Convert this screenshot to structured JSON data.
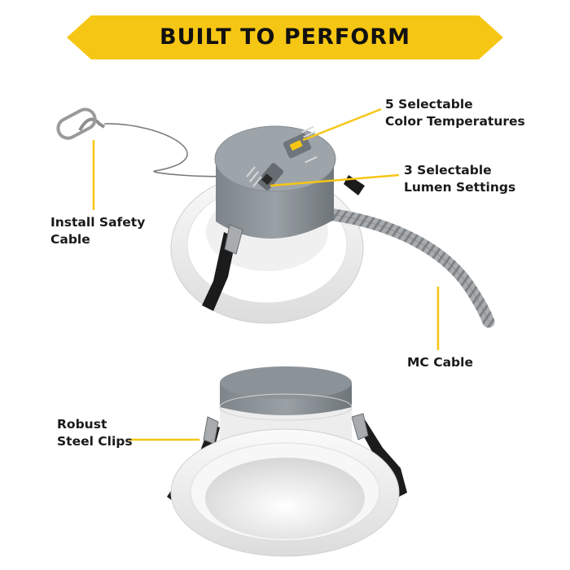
{
  "banner": {
    "title": "BUILT TO PERFORM",
    "color": "#F6C614"
  },
  "callouts": {
    "color_temp": {
      "line1": "5 Selectable",
      "line2": "Color Temperatures"
    },
    "lumen": {
      "line1": "3 Selectable",
      "line2": "Lumen Settings"
    },
    "safety": {
      "line1": "Install Safety",
      "line2": "Cable"
    },
    "mc_cable": {
      "line1": "MC Cable"
    },
    "clips": {
      "line1": "Robust",
      "line2": "Steel Clips"
    }
  },
  "colors": {
    "accent": "#F6C614",
    "housing": "#8D9499",
    "trim": "#F2F2F2"
  }
}
